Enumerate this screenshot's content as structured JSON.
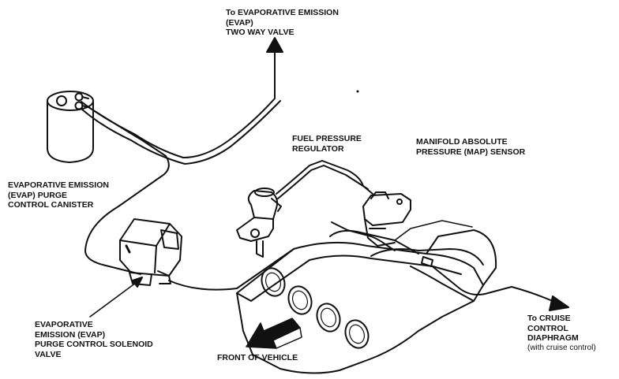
{
  "labels": {
    "two_way_valve": [
      "To EVAPORATIVE EMISSION",
      "(EVAP)",
      "TWO WAY VALVE"
    ],
    "fuel_pressure_regulator": [
      "FUEL PRESSURE",
      "REGULATOR"
    ],
    "map_sensor": [
      "MANIFOLD ABSOLUTE",
      "PRESSURE (MAP) SENSOR"
    ],
    "purge_canister": [
      "EVAPORATIVE EMISSION",
      "(EVAP) PURGE",
      "CONTROL CANISTER"
    ],
    "purge_solenoid": [
      "EVAPORATIVE",
      "EMISSION (EVAP)",
      "PURGE CONTROL SOLENOID",
      "VALVE"
    ],
    "front_of_vehicle": "FRONT OF VEHICLE",
    "cruise_diaphragm": [
      "To CRUISE",
      "CONTROL",
      "DIAPHRAGM"
    ],
    "cruise_note": "(with cruise control)"
  },
  "colors": {
    "ink": "#111111",
    "paper": "#ffffff"
  }
}
